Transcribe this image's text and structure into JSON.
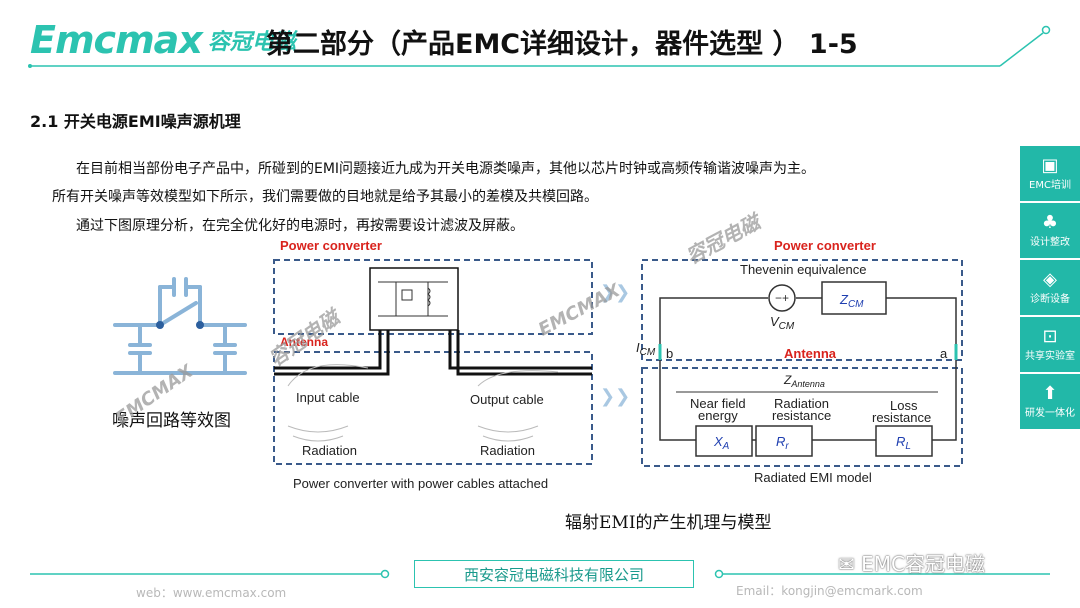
{
  "header": {
    "logo_text": "Emcmax",
    "logo_cn": "容冠电磁",
    "title": "第二部分（产品EMC详细设计，器件选型 ）  1-5"
  },
  "section_heading": "2.1 开关电源EMI噪声源机理",
  "paragraphs": [
    "在目前相当部份电子产品中，所碰到的EMI问题接近九成为开关电源类噪声，其他以芯片时钟或高频传输谐波噪声为主。",
    "所有开关噪声等效模型如下所示，我们需要做的目地就是给予其最小的差模及共模回路。",
    "通过下图原理分析，在完全优化好的电源时，再按需要设计滤波及屏蔽。"
  ],
  "sidebar": {
    "items": [
      {
        "label": "EMC培训",
        "icon": "monitor-icon"
      },
      {
        "label": "设计整改",
        "icon": "nodes-icon"
      },
      {
        "label": "诊断设备",
        "icon": "device-icon"
      },
      {
        "label": "共享实验室",
        "icon": "lab-icon"
      },
      {
        "label": "研发一体化",
        "icon": "arrow-up-icon"
      }
    ]
  },
  "figure_left": {
    "caption": "噪声回路等效图"
  },
  "figure_middle": {
    "power_converter": "Power converter",
    "antenna": "Antenna",
    "input_cable": "Input cable",
    "output_cable": "Output cable",
    "radiation_left": "Radiation",
    "radiation_right": "Radiation",
    "caption": "Power converter with power cables attached"
  },
  "figure_right": {
    "power_converter": "Power converter",
    "thevenin": "Thevenin equivalence",
    "vcm": "V",
    "vcm_sub": "CM",
    "zcm": "Z",
    "zcm_sub": "CM",
    "icm": "I",
    "icm_sub": "CM",
    "node_b": "b",
    "node_a": "a",
    "antenna": "Antenna",
    "zantenna": "Z",
    "zantenna_sub": "Antenna",
    "near_field_1": "Near field",
    "near_field_2": "energy",
    "radiation_res_1": "Radiation",
    "radiation_res_2": "resistance",
    "loss_res_1": "Loss",
    "loss_res_2": "resistance",
    "xa": "X",
    "xa_sub": "A",
    "rr": "R",
    "rr_sub": "r",
    "rl": "R",
    "rl_sub": "L",
    "caption": "Radiated EMI model"
  },
  "figure_caption": "辐射EMI的产生机理与模型",
  "watermarks": {
    "cn": "容冠电磁",
    "en": "EMCMAX"
  },
  "footer": {
    "web": "web：www.emcmax.com",
    "company": "西安容冠电磁科技有限公司",
    "email": "Email：kongjin@emcmark.com",
    "wechat": "EMC容冠电磁"
  },
  "colors": {
    "brand": "#2cc3b0",
    "sidebar": "#22b8a8",
    "red_label": "#d9231d",
    "dashed_box": "#3a5a8a",
    "math_blue": "#1f3fb0"
  }
}
